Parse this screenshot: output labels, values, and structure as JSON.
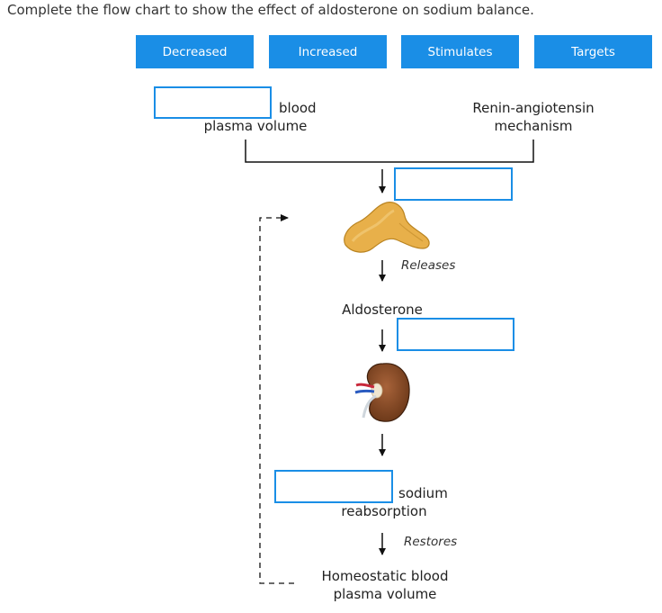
{
  "instruction": "Complete the flow chart to show the effect of aldosterone on sodium balance.",
  "answer_choices": [
    "Decreased",
    "Increased",
    "Stimulates",
    "Targets"
  ],
  "flow": {
    "label_blood": "blood",
    "label_plasma_volume": "plasma volume",
    "label_renin_1": "Renin-angiotensin",
    "label_renin_2": "mechanism",
    "label_releases": "Releases",
    "label_aldosterone": "Aldosterone",
    "label_sodium": "sodium",
    "label_reabsorption": "reabsorption",
    "label_restores": "Restores",
    "label_homeostatic_1": "Homeostatic blood",
    "label_homeostatic_2": "plasma volume"
  },
  "colors": {
    "accent": "#1a8ee6",
    "adrenal_fill": "#e8b04a",
    "kidney_fill": "#8b4a24"
  },
  "icons": [
    "adrenal-gland-icon",
    "kidney-icon"
  ]
}
